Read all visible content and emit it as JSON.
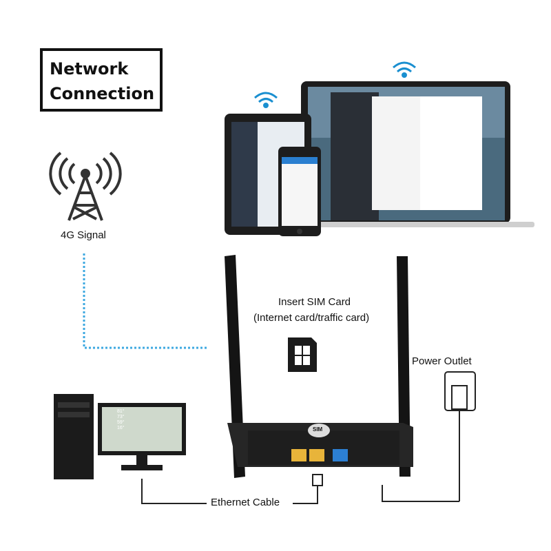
{
  "title": {
    "line1": "Network",
    "line2": "Connection"
  },
  "labels": {
    "signal": "4G Signal",
    "sim_line1": "Insert SIM Card",
    "sim_line2": "(Internet card/traffic card)",
    "power": "Power Outlet",
    "ethernet": "Ethernet Cable",
    "router_logo": "SIM"
  },
  "monitor_readings": [
    "81°",
    "73°",
    "59°",
    "16°"
  ],
  "icons": [
    "cell-tower-icon",
    "wifi-icon",
    "sim-card-icon",
    "power-plug-icon",
    "ethernet-plug-icon"
  ],
  "colors": {
    "accent": "#1a8fd0",
    "port_yellow": "#e8b43a",
    "port_blue": "#2c7fd3",
    "dark": "#1b1b1b"
  }
}
